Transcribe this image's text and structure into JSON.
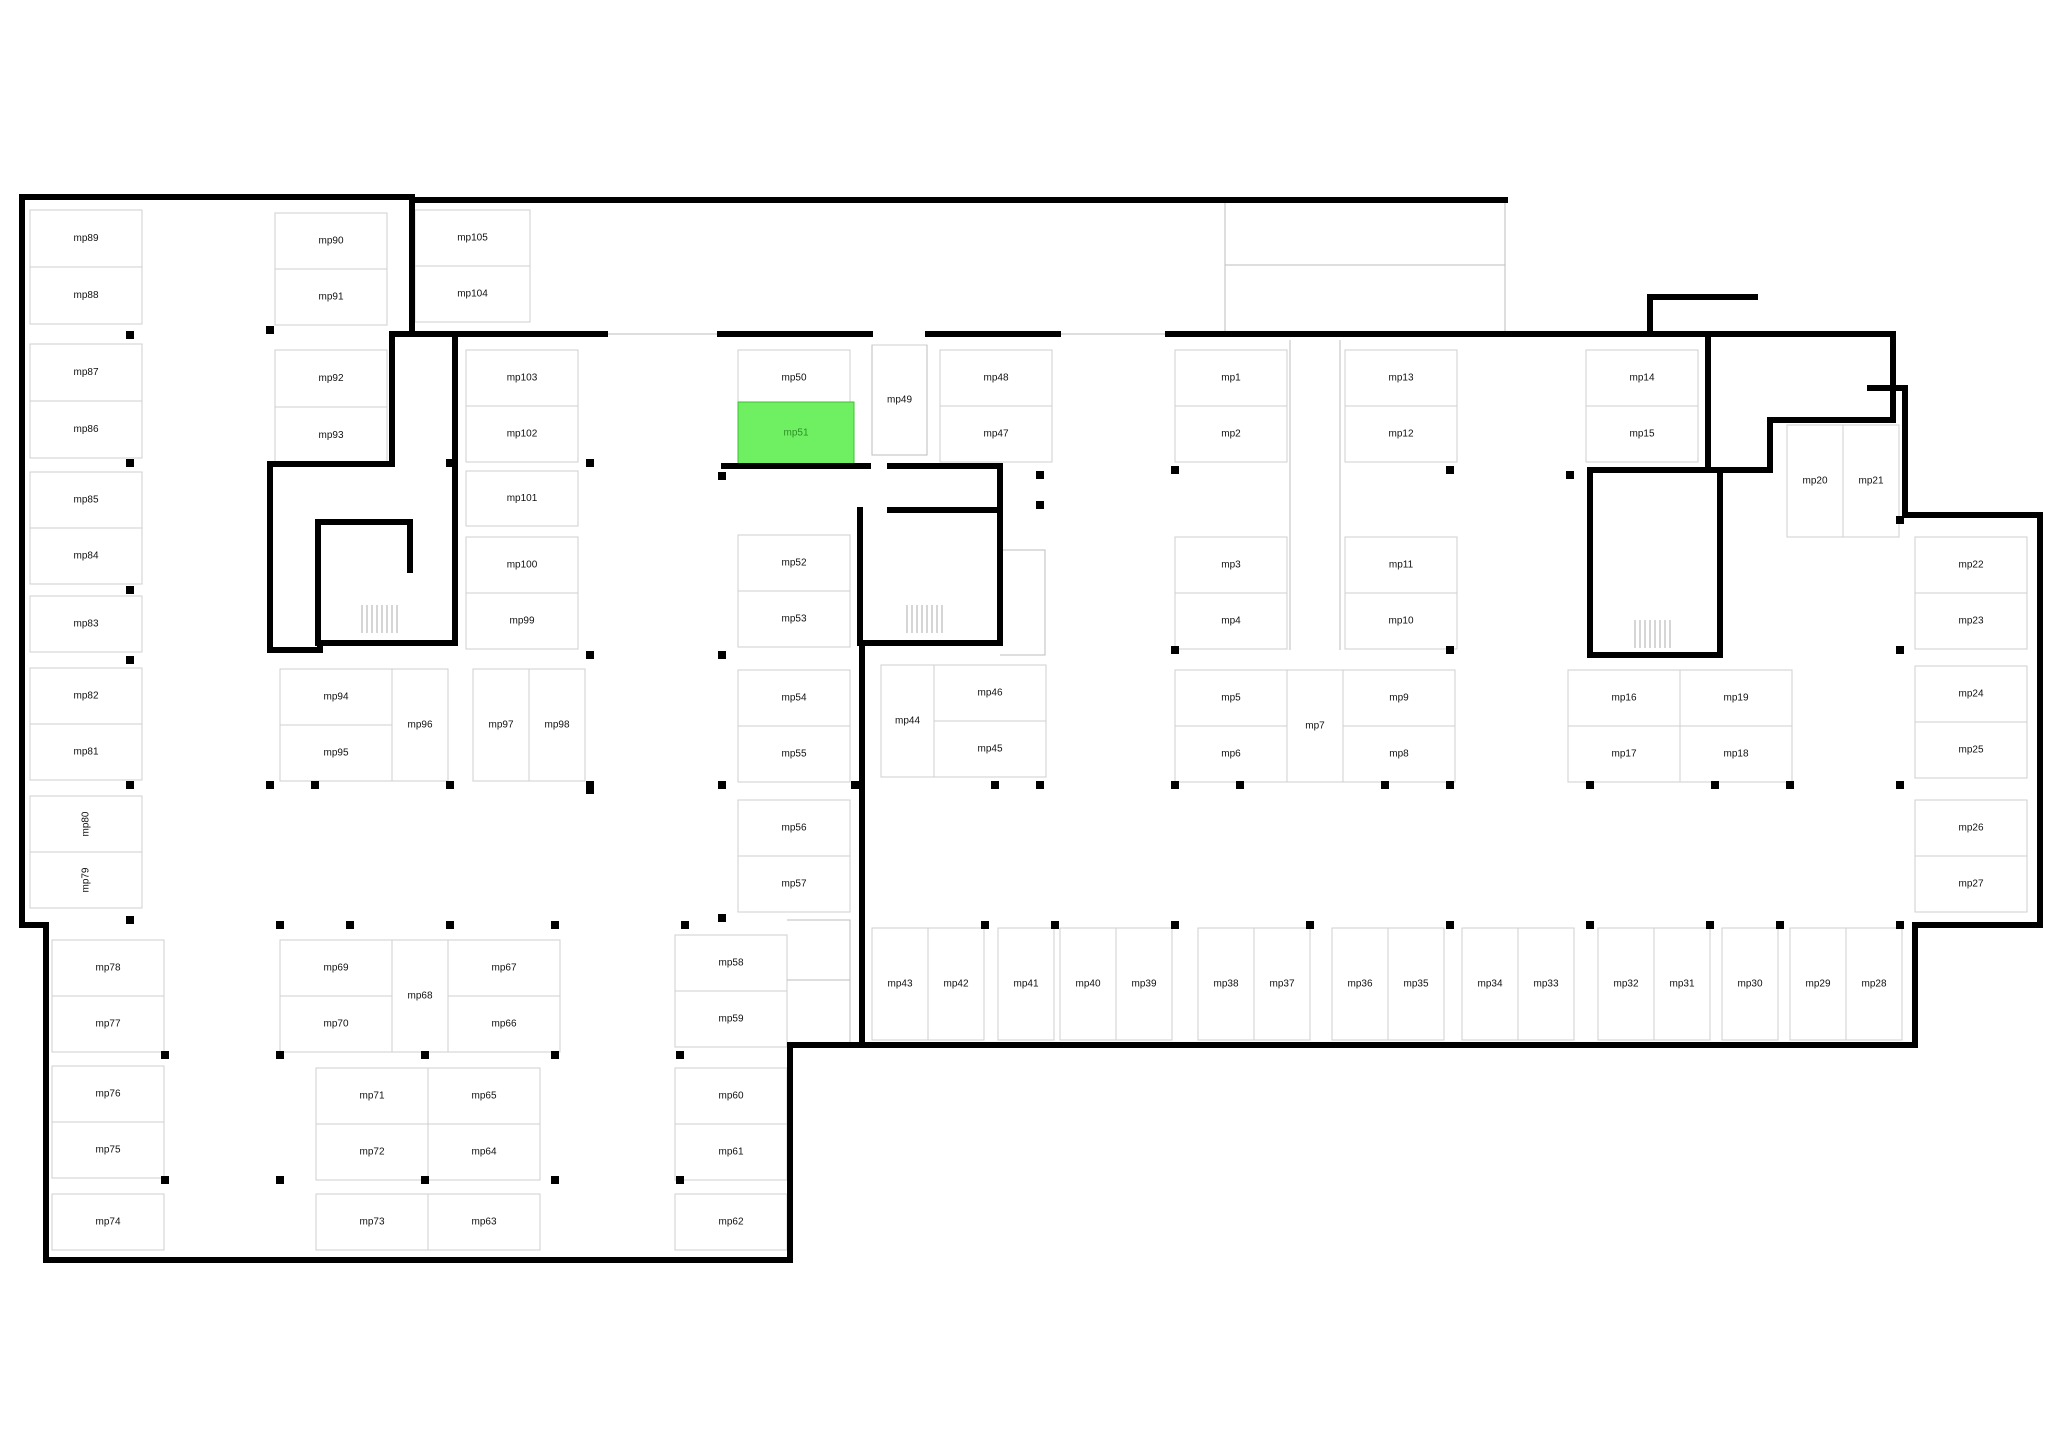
{
  "map": {
    "highlight_color": "#6ef062",
    "wall_color": "#000000",
    "selected_space": "mp51",
    "spaces": [
      "mp89",
      "mp88",
      "mp87",
      "mp86",
      "mp85",
      "mp84",
      "mp83",
      "mp82",
      "mp81",
      "mp80",
      "mp79",
      "mp90",
      "mp91",
      "mp92",
      "mp93",
      "mp105",
      "mp104",
      "mp103",
      "mp102",
      "mp101",
      "mp100",
      "mp99",
      "mp50",
      "mp51",
      "mp49",
      "mp48",
      "mp47",
      "mp52",
      "mp53",
      "mp54",
      "mp55",
      "mp56",
      "mp57",
      "mp94",
      "mp95",
      "mp96",
      "mp97",
      "mp98",
      "mp46",
      "mp44",
      "mp45",
      "mp1",
      "mp2",
      "mp13",
      "mp12",
      "mp3",
      "mp4",
      "mp11",
      "mp10",
      "mp5",
      "mp6",
      "mp7",
      "mp9",
      "mp8",
      "mp14",
      "mp15",
      "mp20",
      "mp21",
      "mp16",
      "mp17",
      "mp19",
      "mp18",
      "mp22",
      "mp23",
      "mp24",
      "mp25",
      "mp26",
      "mp27",
      "mp78",
      "mp77",
      "mp69",
      "mp70",
      "mp68",
      "mp67",
      "mp66",
      "mp58",
      "mp59",
      "mp43",
      "mp42",
      "mp41",
      "mp40",
      "mp39",
      "mp38",
      "mp37",
      "mp36",
      "mp35",
      "mp34",
      "mp33",
      "mp32",
      "mp31",
      "mp30",
      "mp29",
      "mp28",
      "mp76",
      "mp75",
      "mp74",
      "mp71",
      "mp72",
      "mp73",
      "mp65",
      "mp64",
      "mp63",
      "mp60",
      "mp61",
      "mp62"
    ]
  }
}
